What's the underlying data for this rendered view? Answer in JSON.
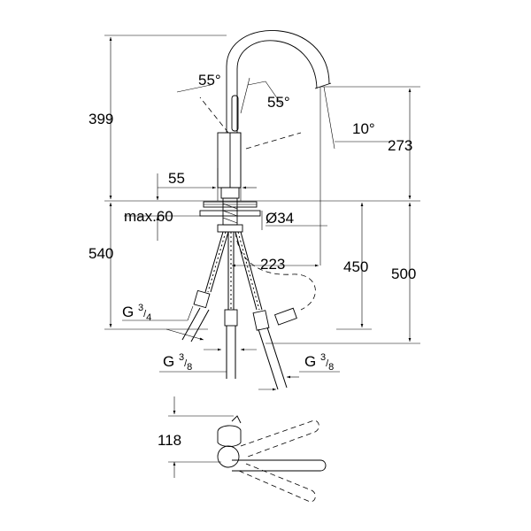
{
  "dimensions": {
    "height_total": "399",
    "spout_angle_left": "55°",
    "spout_angle_right": "55°",
    "tilt_angle": "10°",
    "spout_height": "273",
    "base_width": "55",
    "max_deck": "max.60",
    "bore_diameter": "Ø34",
    "below_deck": "540",
    "reach": "223",
    "hose_length": "450",
    "hose_total": "500",
    "thread_large": {
      "prefix": "G ",
      "num": "3",
      "den": "4"
    },
    "thread_left": {
      "prefix": "G ",
      "num": "3",
      "den": "8"
    },
    "thread_right": {
      "prefix": "G ",
      "num": "3",
      "den": "8"
    },
    "top_view_depth": "118"
  }
}
